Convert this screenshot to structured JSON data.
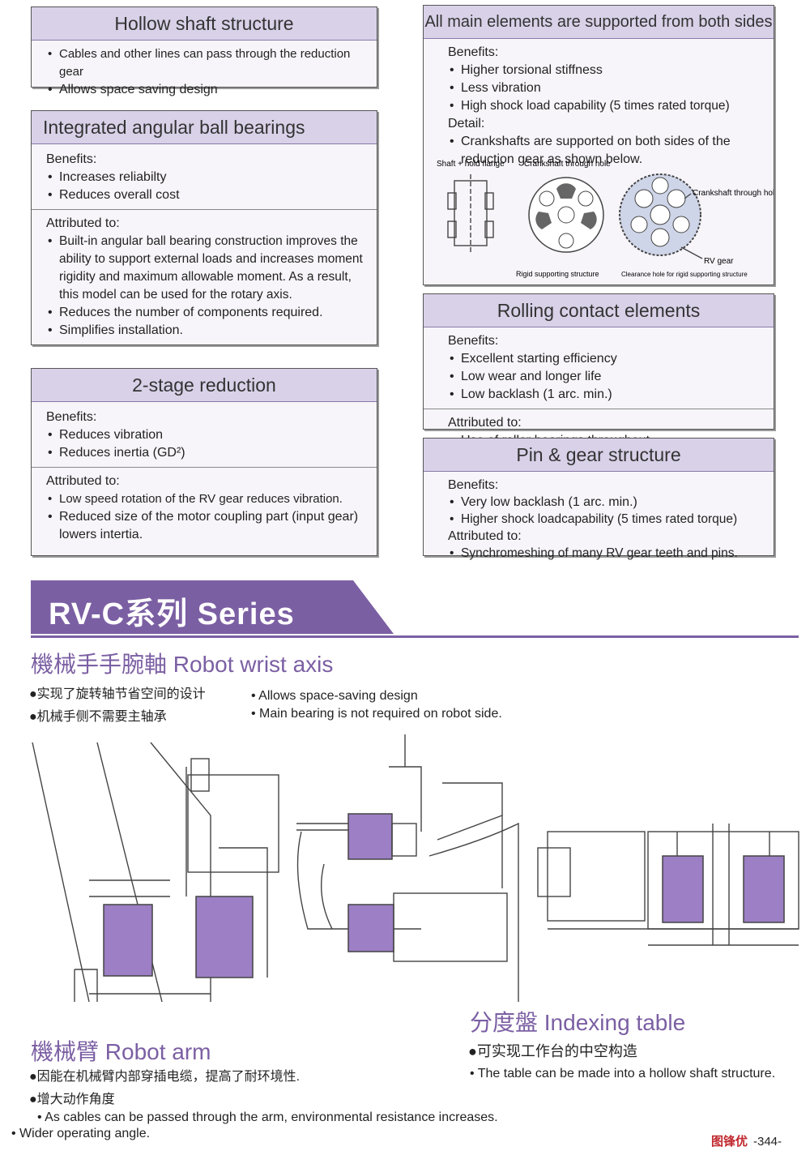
{
  "hollow": {
    "title": "Hollow shaft structure",
    "items": [
      "Cables and other lines can pass through the reduction gear",
      "Allows space saving design"
    ]
  },
  "bearings": {
    "title": "Integrated angular ball bearings",
    "benefits_label": "Benefits:",
    "benefits": [
      "Increases reliabilty",
      "Reduces overall cost"
    ],
    "attr_label": "Attributed to:",
    "attr": [
      "Built-in angular ball bearing construction improves the ability to support external loads and increases moment rigidity and maximum allowable moment. As a result, this model can be used for the rotary axis.",
      "Reduces the number of components required.",
      "Simplifies installation."
    ]
  },
  "twostage": {
    "title": "2-stage reduction",
    "benefits_label": "Benefits:",
    "benefits": [
      "Reduces vibration",
      "Reduces inertia (GD²)"
    ],
    "attr_label": "Attributed to:",
    "attr": [
      "Low speed rotation of the RV gear reduces vibration.",
      "Reduced size of the motor coupling part (input gear) lowers intertia."
    ]
  },
  "support": {
    "title": "All main elements are supported from both sides",
    "benefits_label": "Benefits:",
    "benefits": [
      "Higher torsional stiffness",
      "Less vibration",
      "High shock load capability (5 times rated torque)"
    ],
    "detail_label": "Detail:",
    "detail": [
      "Crankshafts are supported on both sides of the reduction gear as shown below."
    ],
    "fig": {
      "shaft_label": "Shaft + hold flange",
      "hole_label": "Crankshaft through hole",
      "crank_label": "Crankshaft through hole",
      "rv_label": "RV gear",
      "rigid_label": "Rigid supporting structure",
      "clear_label": "Clearance hole for rigid supporting structure"
    }
  },
  "rolling": {
    "title": "Rolling contact elements",
    "benefits_label": "Benefits:",
    "benefits": [
      "Excellent starting efficiency",
      "Low wear and longer life",
      "Low backlash (1 arc. min.)"
    ],
    "attr_label": "Attributed to:",
    "attr": [
      "Use of roller bearings throughout."
    ]
  },
  "pin": {
    "title": "Pin & gear structure",
    "benefits_label": "Benefits:",
    "benefits": [
      "Very low backlash (1 arc. min.)",
      "Higher shock loadcapability (5 times rated torque)"
    ],
    "attr_label": "Attributed to:",
    "attr": [
      "Synchromeshing of many RV gear teeth and pins."
    ]
  },
  "series": {
    "title": "RV-C系列 Series"
  },
  "wrist": {
    "title": "機械手手腕軸 Robot wrist axis",
    "cn": [
      "●实现了旋转轴节省空间的设计",
      "●机械手侧不需要主轴承"
    ],
    "en": [
      "• Allows space-saving design",
      "• Main bearing is not  required on robot side."
    ]
  },
  "arm": {
    "title": "機械臂 Robot arm",
    "cn": [
      "●因能在机械臂内部穿插电缆，提高了耐环境性.",
      "●增大动作角度"
    ],
    "en": [
      "• As cables can be passed through the arm, environmental resistance increases.",
      "• Wider operating angle."
    ]
  },
  "indexing": {
    "title": "分度盤 Indexing table",
    "cn": [
      "●可实现工作台的中空构造"
    ],
    "en": [
      "• The table can be made into a hollow shaft structure."
    ]
  },
  "footer": {
    "page": "-344-",
    "brand": "图锋优"
  }
}
